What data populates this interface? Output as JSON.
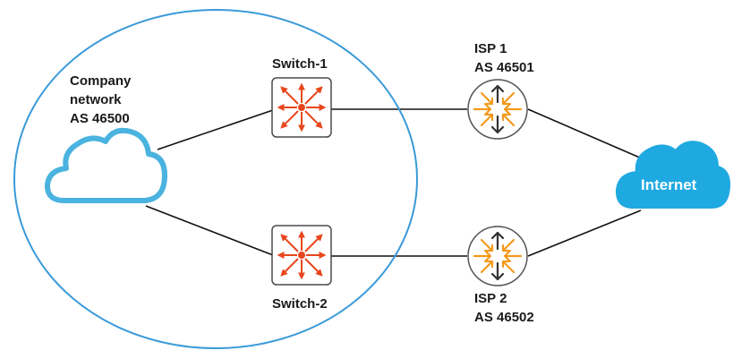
{
  "company": {
    "line1": "Company",
    "line2": "network",
    "line3": "AS 46500"
  },
  "switch1": {
    "label": "Switch-1"
  },
  "switch2": {
    "label": "Switch-2"
  },
  "isp1": {
    "line1": "ISP 1",
    "line2": "AS 46501"
  },
  "isp2": {
    "line1": "ISP 2",
    "line2": "AS 46502"
  },
  "internet": {
    "label": "Internet"
  },
  "colors": {
    "boundary": "#3a9ad9",
    "company_cloud": "#4ab3df",
    "internet_cloud": "#1fa9e1",
    "switch_arrows": "#e8461d",
    "isp_arrows_orange": "#f39a1e",
    "isp_arrows_dark": "#333333",
    "links": "#111111"
  },
  "icons": {
    "company": "cloud-icon",
    "switch": "layer3-switch-icon",
    "isp": "router-icon",
    "internet": "cloud-icon"
  }
}
